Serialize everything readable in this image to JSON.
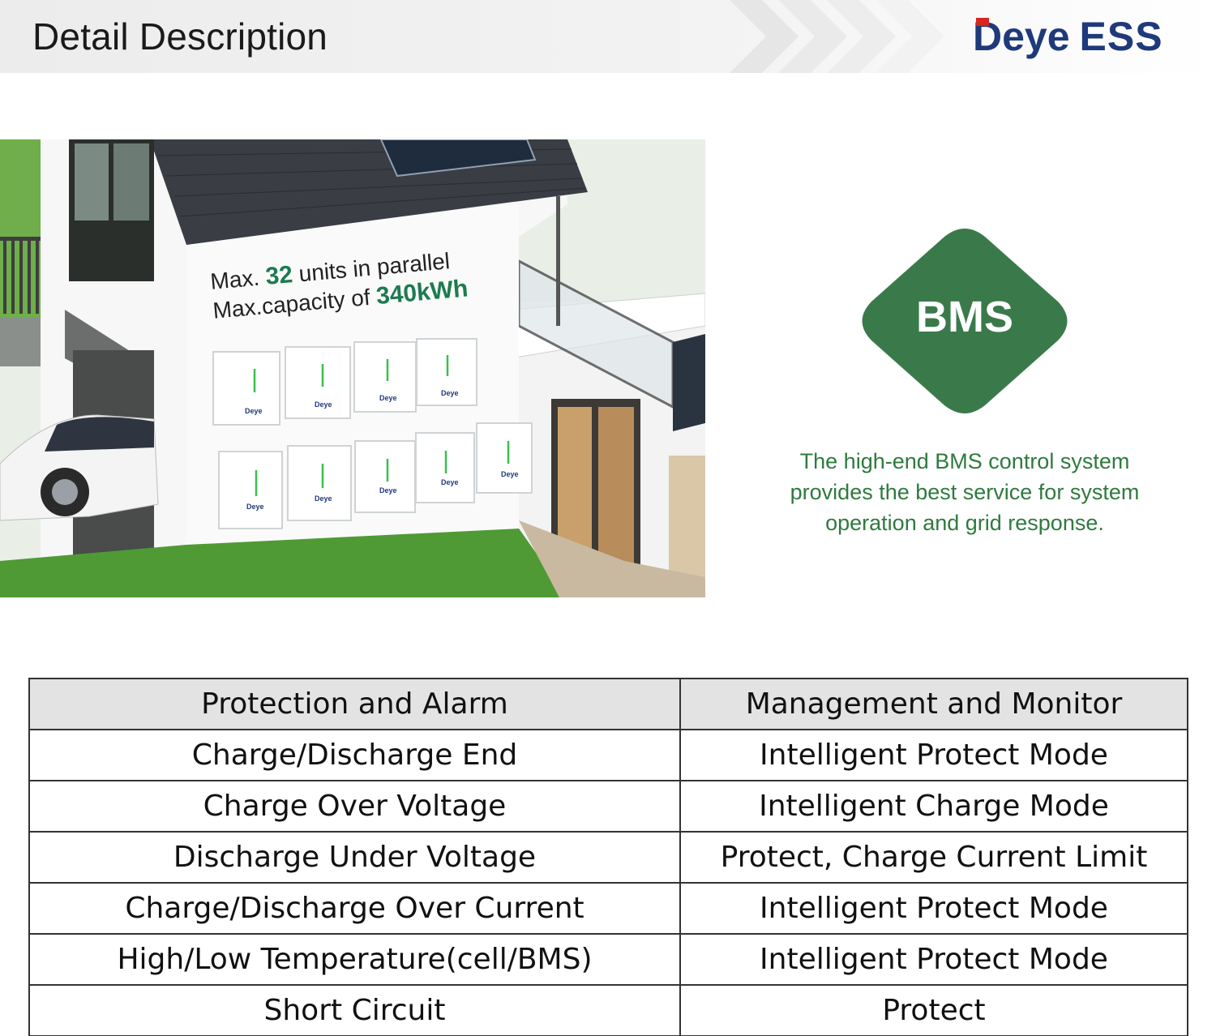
{
  "header": {
    "title": "Detail Description",
    "logo_brand": "Deye",
    "logo_suffix": "ESS",
    "brand_color": "#1f3a7a"
  },
  "illustration": {
    "caption_line1_pre": "Max.",
    "caption_line1_num": "32",
    "caption_line1_post": "units in parallel",
    "caption_line2_pre": "Max.capacity of",
    "caption_line2_num": "340kWh",
    "battery_label": "Deye",
    "highlight_color": "#1e7a4f"
  },
  "bms": {
    "label": "BMS",
    "description_line1": "The high-end BMS control system",
    "description_line2": "provides the best service for system",
    "description_line3": "operation and grid response.",
    "color": "#3a7a4a"
  },
  "table": {
    "headers": [
      "Protection and Alarm",
      "Management and Monitor"
    ],
    "rows": [
      [
        "Charge/Discharge End",
        "Intelligent Protect Mode"
      ],
      [
        "Charge Over Voltage",
        "Intelligent Charge Mode"
      ],
      [
        "Discharge Under Voltage",
        "Protect, Charge Current Limit"
      ],
      [
        "Charge/Discharge Over Current",
        "Intelligent Protect Mode"
      ],
      [
        "High/Low Temperature(cell/BMS)",
        "Intelligent Protect Mode"
      ],
      [
        "Short Circuit",
        "Protect"
      ]
    ]
  }
}
